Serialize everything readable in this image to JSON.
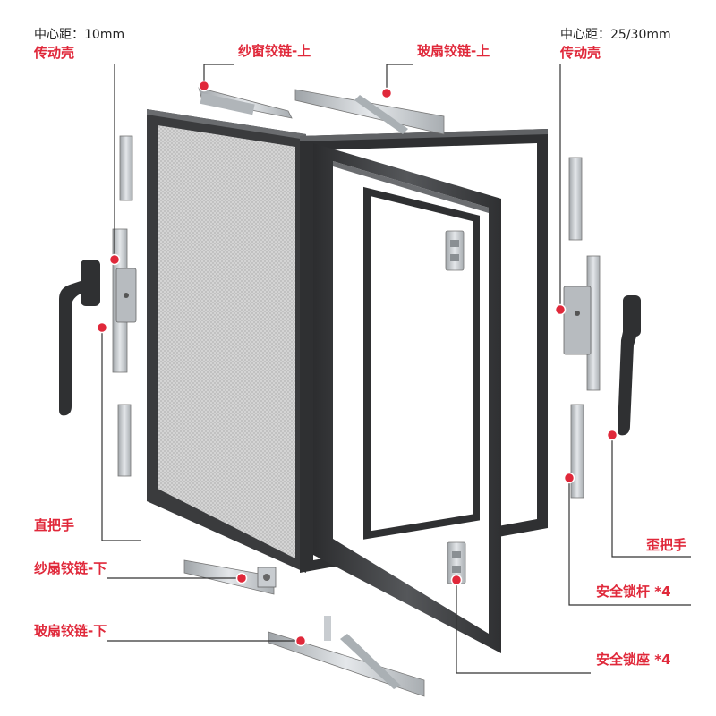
{
  "labels": {
    "left_spec": "中心距：10mm",
    "left_drive": "传动壳",
    "screen_hinge_top": "纱窗铰链-上",
    "glass_hinge_top": "玻扇铰链-上",
    "right_spec": "中心距：25/30mm",
    "right_drive": "传动壳",
    "straight_handle": "直把手",
    "screen_hinge_bottom": "纱扇铰链-下",
    "glass_hinge_bottom": "玻扇铰链-下",
    "angled_handle": "歪把手",
    "safety_lock_rod": "安全锁杆 *4",
    "safety_lock_seat": "安全锁座 *4"
  },
  "colors": {
    "accent": "#e0283a",
    "frame": "#3a3b3d",
    "metal": "#c9cdd1"
  }
}
